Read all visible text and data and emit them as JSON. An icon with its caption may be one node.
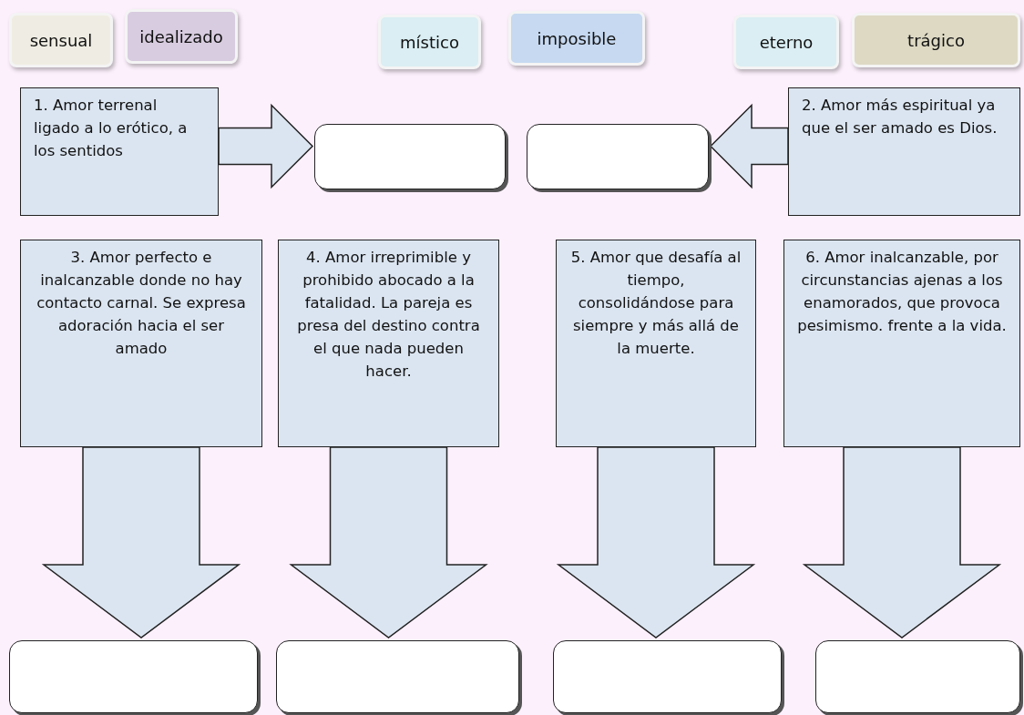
{
  "diagram": {
    "nodes": [
      {
        "text": [
          "sensual"
        ]
      },
      {
        "text": [
          "idealizado"
        ]
      },
      {
        "text": [
          "místico"
        ]
      },
      {
        "text": [
          "imposible"
        ]
      },
      {
        "text": [
          "eterno"
        ]
      },
      {
        "text": [
          "trágico"
        ]
      },
      {
        "text": [
          "1. Amor terrenal ligado a lo erótico, a los sentidos"
        ]
      },
      {
        "text": [],
        "shape": "box"
      },
      {
        "text": [],
        "shape": "box"
      },
      {
        "text": [
          "2. Amor más espiritual ya que el ser amado es Dios."
        ]
      },
      {
        "text": [
          "3. Amor perfecto e inalcanzable donde no hay contacto carnal. Se expresa adoración hacia el ser amado"
        ]
      },
      {
        "text": [
          "4. Amor irreprimible y prohibido abocado a la fatalidad. La pareja es presa del destino contra el que nada pueden hacer."
        ]
      },
      {
        "text": [
          "5. Amor que desafía al tiempo, consolidándose para siempre y más allá de la muerte."
        ]
      },
      {
        "text": [
          "6. Amor inalcanzable, por circunstancias ajenas a los enamorados, que provoca pesimismo. frente a la vida."
        ]
      },
      {
        "text": [],
        "shape": "box"
      },
      {
        "text": [],
        "shape": "box"
      },
      {
        "text": [],
        "shape": "box"
      },
      {
        "text": [],
        "shape": "box"
      }
    ],
    "edges": [
      {
        "from": 6,
        "to": 7,
        "arrow": "to"
      },
      {
        "from": 9,
        "to": 8,
        "arrow": "to"
      },
      {
        "from": 10,
        "to": 14,
        "arrow": "to"
      },
      {
        "from": 11,
        "to": 15,
        "arrow": "to"
      },
      {
        "from": 12,
        "to": 16,
        "arrow": "to"
      },
      {
        "from": 13,
        "to": 17,
        "arrow": "to"
      }
    ]
  }
}
